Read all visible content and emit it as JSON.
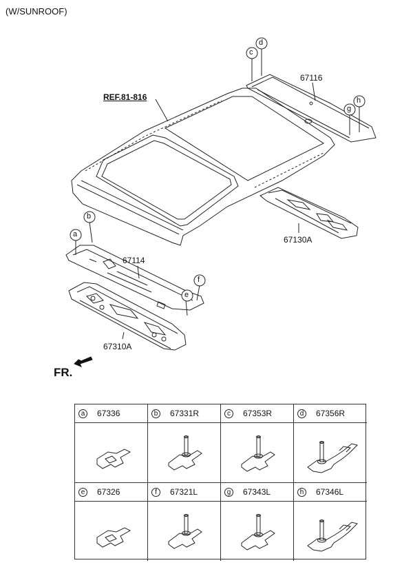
{
  "header": {
    "variant": "(W/SUNROOF)"
  },
  "diagram": {
    "ref_label": "REF.81-816",
    "direction_label": "FR.",
    "parts": [
      {
        "number": "67116"
      },
      {
        "number": "67130A"
      },
      {
        "number": "67114"
      },
      {
        "number": "67310A"
      }
    ],
    "callouts": [
      "a",
      "b",
      "c",
      "d",
      "e",
      "f",
      "g",
      "h"
    ]
  },
  "table": {
    "row1": [
      {
        "letter": "a",
        "part": "67336",
        "icon": "clip-icon"
      },
      {
        "letter": "b",
        "part": "67331R",
        "icon": "bolt-clip-icon"
      },
      {
        "letter": "c",
        "part": "67353R",
        "icon": "bolt-clip-icon"
      },
      {
        "letter": "d",
        "part": "67356R",
        "icon": "bracket-bolt-icon"
      }
    ],
    "row2": [
      {
        "letter": "e",
        "part": "67326",
        "icon": "clip-icon"
      },
      {
        "letter": "f",
        "part": "67321L",
        "icon": "bolt-clip-icon"
      },
      {
        "letter": "g",
        "part": "67343L",
        "icon": "bolt-clip-icon"
      },
      {
        "letter": "h",
        "part": "67346L",
        "icon": "bracket-bolt-icon"
      }
    ]
  }
}
